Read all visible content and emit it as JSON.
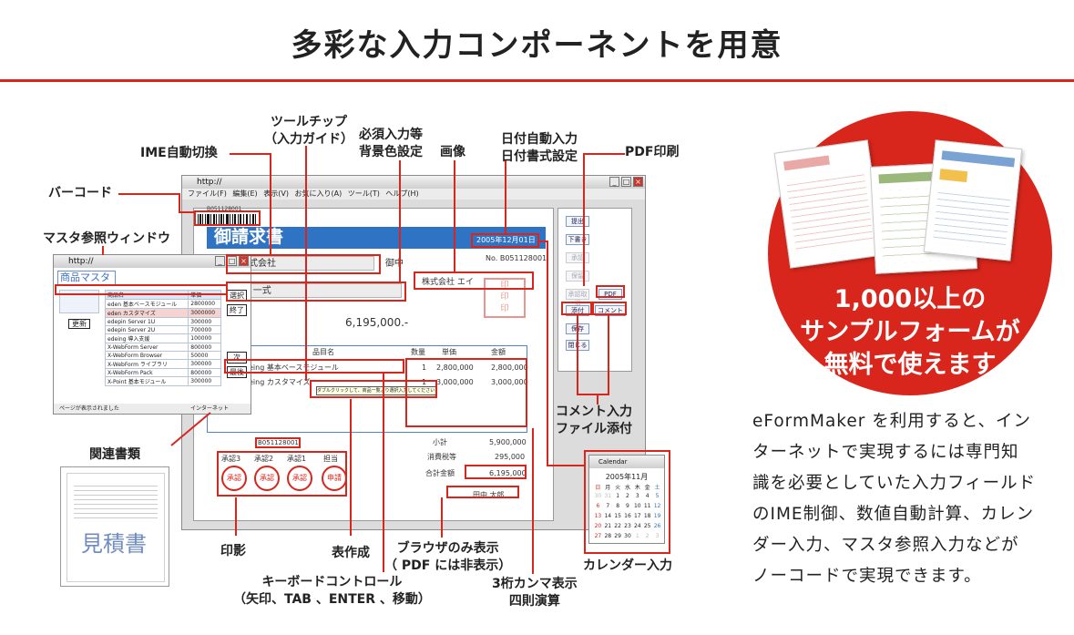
{
  "title": "多彩な入力コンポーネントを用意",
  "callouts": {
    "barcode": "バーコード",
    "ime": "IME自動切換",
    "master_window": "マスタ参照ウィンドウ",
    "related_docs": "関連書類",
    "tooltip_1": "ツールチップ",
    "tooltip_2": "（入力ガイド）",
    "required_1": "必須入力等",
    "required_2": "背景色設定",
    "image": "画像",
    "date_1": "日付自動入力",
    "date_2": "日付書式設定",
    "pdf_print": "PDF印刷",
    "comment_1": "コメント入力",
    "comment_2": "ファイル添付",
    "stamp": "印影",
    "table_make": "表作成",
    "browser_1": "ブラウザのみ表示",
    "browser_2": "（ PDF には非表示）",
    "keyboard_1": "キーボードコントロール",
    "keyboard_2": "（矢印、TAB 、ENTER 、移動）",
    "comma_1": "3桁カンマ表示",
    "comma_2": "四則演算",
    "calendar": "カレンダー入力"
  },
  "browser": {
    "title": "http://",
    "menu": "ファイル(F) 編集(E) 表示(V) お気に入り(A) ツール(T) ヘルプ(H)"
  },
  "invoice": {
    "heading": "御請求書",
    "date": "2005年12月01日",
    "number": "No. B051128001",
    "company": "株式会社 エイ",
    "customer": "事株式会社",
    "honorific": "御中",
    "subject": "eing 一式",
    "amount": "6,195,000.-",
    "col_item": "品目名",
    "col_qty": "数量",
    "col_price": "単価",
    "col_amount": "金額",
    "row1_item": "eing 基本ベースモジュール",
    "row1_qty": "1",
    "row1_price": "2,800,000",
    "row1_amount": "2,800,000",
    "row2_item": "eing カスタマイズ",
    "row2_qty": "1",
    "row2_price": "3,000,000",
    "row2_amount": "3,000,000",
    "tooltip": "ダブルクリックして、商品一覧より選択入力してください",
    "subtotal_label": "小計",
    "subtotal": "5,900,000",
    "tax_label": "消費税等",
    "tax": "295,000",
    "total_label": "合計金額",
    "total": "6,195,000",
    "barcode_num": "B051128001",
    "stamp_heads": [
      "承認3",
      "承認2",
      "承認1",
      "担当"
    ],
    "stamp_names": [
      "承認",
      "承認",
      "承認",
      "申請"
    ],
    "person": "田中 太郎"
  },
  "side_buttons": [
    "提出",
    "下書き",
    "承認",
    "保留",
    "承認取消",
    "PDF",
    "添付",
    "コメント",
    "保存",
    "閉じる"
  ],
  "master": {
    "title": "http://",
    "heading": "商品マスタ",
    "update_btn": "更新",
    "buttons": [
      "選択",
      "終了",
      "次",
      "最後"
    ],
    "header": [
      "商品名",
      "単価"
    ],
    "rows": [
      [
        "eden 基本ベースモジュール",
        "2800000"
      ],
      [
        "eden カスタマイズ",
        "3000000"
      ],
      [
        "edepin Server 1U",
        "300000"
      ],
      [
        "edepin Server 2U",
        "700000"
      ],
      [
        "edeing 導入支援",
        "100000"
      ],
      [
        "X-WebForm Server",
        "800000"
      ],
      [
        "X-WebForm Browser",
        "50000"
      ],
      [
        "X-WebForm ライブラリ",
        "300000"
      ],
      [
        "X-WebForm Pack",
        "800000"
      ],
      [
        "X-Point 基本モジュール",
        "300000"
      ]
    ],
    "status_left": "ページが表示されました",
    "status_right": "インターネット"
  },
  "related_doc_text": "見積書",
  "calendar": {
    "title": "Calendar",
    "month": "2005年11月",
    "days": [
      "日",
      "月",
      "火",
      "水",
      "木",
      "金",
      "土"
    ],
    "weeks": [
      [
        "30",
        "31",
        "1",
        "2",
        "3",
        "4",
        "5"
      ],
      [
        "6",
        "7",
        "8",
        "9",
        "10",
        "11",
        "12"
      ],
      [
        "13",
        "14",
        "15",
        "16",
        "17",
        "18",
        "19"
      ],
      [
        "20",
        "21",
        "22",
        "23",
        "24",
        "25",
        "26"
      ],
      [
        "27",
        "28",
        "29",
        "30",
        "1",
        "2",
        "3"
      ]
    ]
  },
  "promo": {
    "line1": "1,000以上の",
    "line2": "サンプルフォームが",
    "line3": "無料で使えます"
  },
  "description": [
    "eFormMaker を利用すると、イン",
    "ターネットで実現するには専門知",
    "識を必要としていた入力フィールド",
    "のIME制御、数値自動計算、カレン",
    "ダー入力、マスタ参照入力などが",
    "ノーコードで実現できます。"
  ],
  "colors": {
    "accent": "#d9261c",
    "invoice_blue": "#2f73c4"
  }
}
